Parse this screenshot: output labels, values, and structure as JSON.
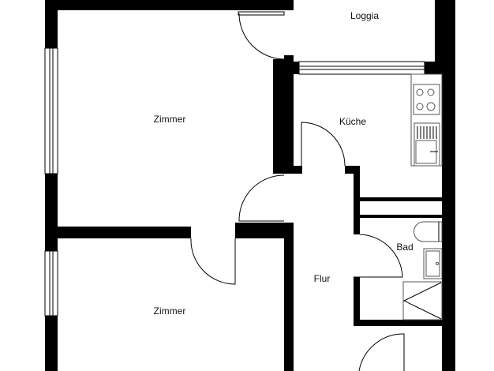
{
  "floorplan": {
    "rooms": {
      "loggia": "Loggia",
      "zimmer_top": "Zimmer",
      "kueche": "Küche",
      "zimmer_bottom": "Zimmer",
      "flur": "Flur",
      "bad": "Bad"
    },
    "colors": {
      "wall": "#000000",
      "background": "#ffffff",
      "fixture": "#555555"
    }
  }
}
